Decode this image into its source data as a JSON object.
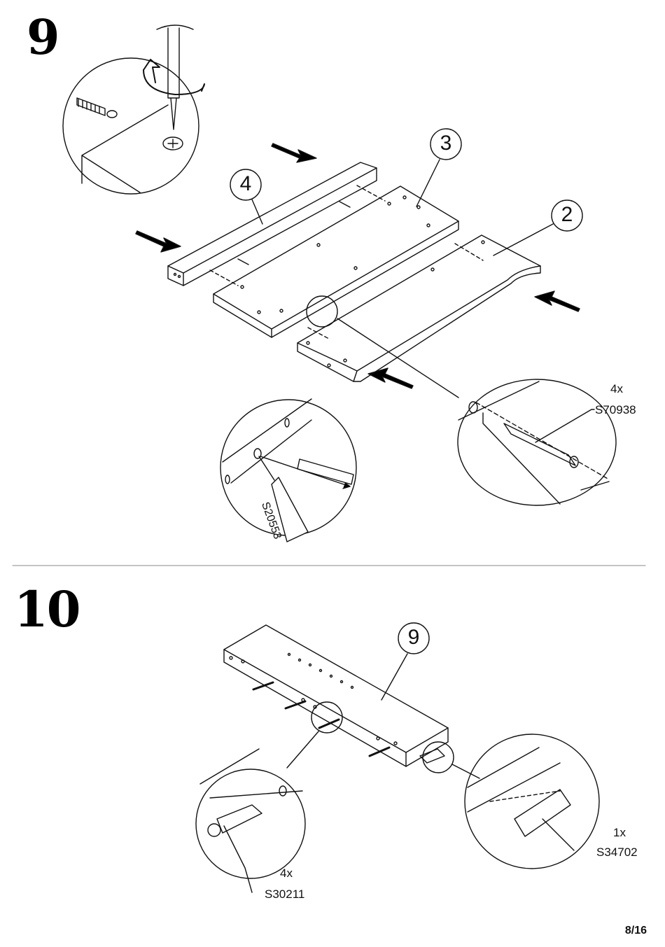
{
  "page": {
    "number": "8/16"
  },
  "steps": [
    {
      "number": "9",
      "callouts": [
        "4",
        "3",
        "2"
      ],
      "parts": [
        {
          "qty": "4x",
          "code": "S70938"
        },
        {
          "code": "S20553"
        }
      ]
    },
    {
      "number": "10",
      "callouts": [
        "9"
      ],
      "parts": [
        {
          "qty": "4x",
          "code": "S30211"
        },
        {
          "qty": "1x",
          "code": "S34702"
        }
      ]
    }
  ]
}
